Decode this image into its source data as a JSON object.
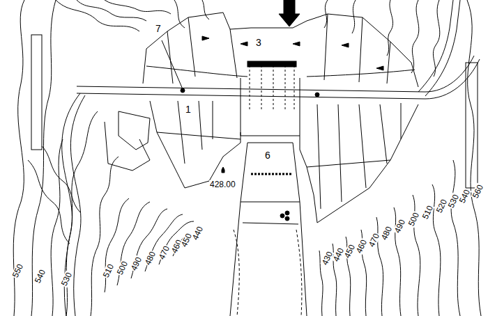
{
  "diagram": {
    "labels": [
      "7",
      "3",
      "1",
      "6",
      "428.00",
      "550",
      "540",
      "530",
      "510",
      "500",
      "490",
      "480",
      "470",
      "460",
      "450",
      "440",
      "430",
      "440",
      "450",
      "460",
      "470",
      "480",
      "490",
      "500",
      "510",
      "520",
      "530",
      "540",
      "560"
    ]
  }
}
